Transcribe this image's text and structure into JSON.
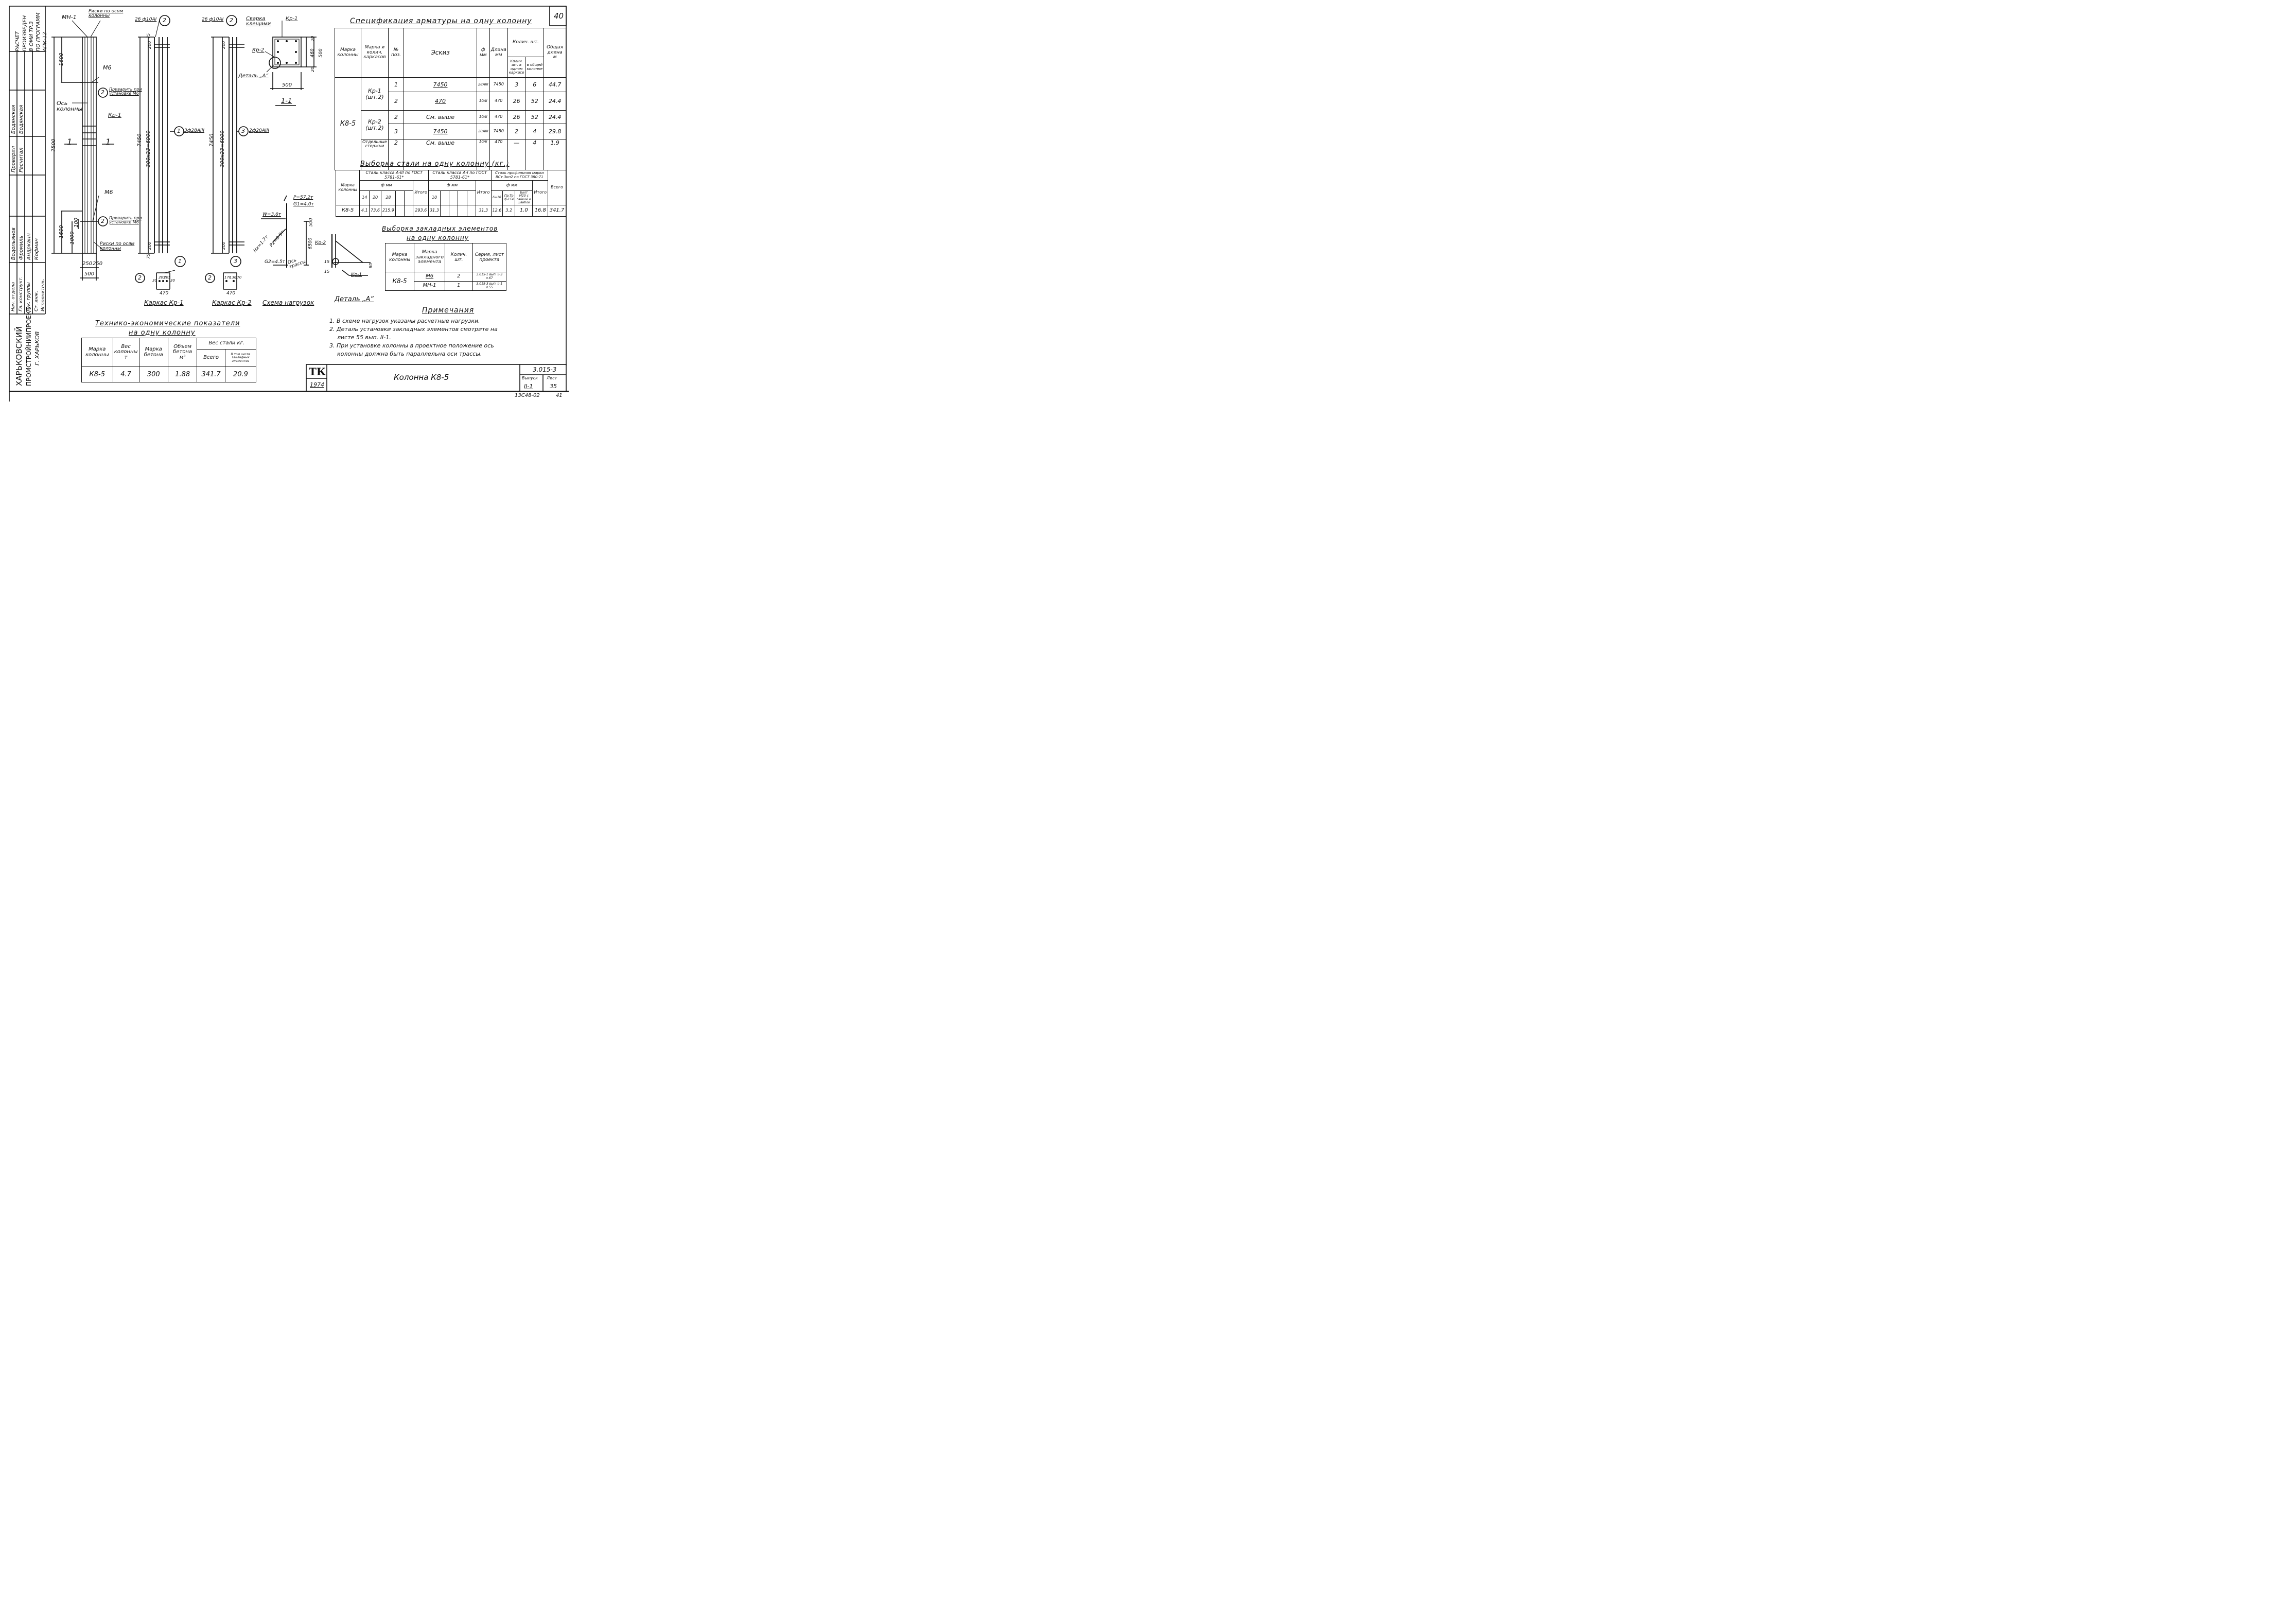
{
  "sheet_no": "40",
  "stamp": {
    "org_line1": "ХАРЬКОВСКИЙ",
    "org_line2": "ПРОМСТРОЙНИИПРОЕКТ",
    "city": "Г. ХАРЬКОВ",
    "calc_note": [
      "РАСЧЕТ",
      "ПРОИЗВЕДЕН",
      "В ОМИ ТР.3",
      "ПО ПРОГРАММ",
      "АПК-12"
    ],
    "rows": [
      {
        "role": "Нач. отдела",
        "name": "Водопьянов"
      },
      {
        "role": "Гл. конструкт.",
        "name": "Фромиль"
      },
      {
        "role": "Рук. группы",
        "name": "Андрканн"
      },
      {
        "role": "Ст. инж.",
        "name": "Кофман"
      },
      {
        "role": "Исполнитель",
        "name": ""
      }
    ],
    "checked_label": "Проверил",
    "checked_name": "Расчитал",
    "signers": [
      "Бодянская",
      "Бодянская"
    ]
  },
  "drawing": {
    "mn1": "МН-1",
    "axis_marks": "Риски по осям колонны",
    "m6_top": "М6",
    "m6_bottom": "М6",
    "weld_note": "Приварить при установке М6",
    "column_axis": "Ось колонны",
    "kr1_label": "Кр-1",
    "section_mark": "1",
    "dim_7500": "7500",
    "dim_1600_top": "1600",
    "dim_1600_bot": "1600",
    "dim_1000": "1000",
    "dim_100": "100",
    "dim_250a": "250",
    "dim_250b": "250",
    "dim_500": "500",
    "cage1_top": "26 ф10АI",
    "cage1_bar": "3ф28АIII",
    "cage2_top": "26 ф10АI",
    "cage2_bar": "2ф20АIII",
    "dim_7450": "7450",
    "dim_300x23": "300x23=6900",
    "dim_200": "200",
    "dim_75": "75",
    "dim_470": "470",
    "dims_cage1": [
      "30",
      "205",
      "205",
      "30"
    ],
    "dims_cage2": [
      "170",
      "130",
      "170"
    ],
    "caption_kr1": "Каркас Кр-1",
    "caption_kr2": "Каркас Кр-2",
    "caption_loads": "Схема нагрузок",
    "caption_detail": "Деталь „А“",
    "section_title": "1-1",
    "weld_clamps": "Сварка клещами",
    "kr2_label": "Кр-2",
    "detail_a": "Деталь „А“",
    "sec_dims": [
      "20",
      "460",
      "20",
      "500",
      "500"
    ],
    "loads": {
      "P": "P=57.2т",
      "G1": "G1=4.0т",
      "W": "W=3.6т",
      "Hx": "Hх=1.7т",
      "Px": "Pх=0.9т",
      "G2": "G2=4.5т",
      "axis": "Ось трассы",
      "h500": "500",
      "h6500": "6500"
    },
    "detail_dims": [
      "80",
      "15",
      "15"
    ],
    "detail_kr2": "Кр-2",
    "detail_kr1": "Кр-1",
    "circles": [
      "1",
      "2",
      "3"
    ]
  },
  "spec": {
    "title": "Спецификация арматуры на одну колонну",
    "headers": [
      "Марка колонны",
      "Марка и колич. каркасов",
      "№ поз.",
      "Эскиз",
      "ф мм",
      "Длина мм",
      "Колич. шт. в одном каркасе",
      "в общей колонне",
      "Общая длина м"
    ],
    "col_group": "Колич. шт.",
    "mark": "К8-5",
    "rows": [
      {
        "cage": "Кр-1",
        "cage_n": "(шт.2)",
        "pos": "1",
        "sketch": "7450",
        "d": "28АIII",
        "len": "7450",
        "n1": "3",
        "n2": "6",
        "total": "44.7"
      },
      {
        "cage": "",
        "cage_n": "",
        "pos": "2",
        "sketch": "470",
        "d": "10АI",
        "len": "470",
        "n1": "26",
        "n2": "52",
        "total": "24.4"
      },
      {
        "cage": "Кр-2",
        "cage_n": "(шт.2)",
        "pos": "2",
        "sketch": "См. выше",
        "d": "10АI",
        "len": "470",
        "n1": "26",
        "n2": "52",
        "total": "24.4"
      },
      {
        "cage": "",
        "cage_n": "",
        "pos": "3",
        "sketch": "7450",
        "d": "20АIII",
        "len": "7450",
        "n1": "2",
        "n2": "4",
        "total": "29.8"
      },
      {
        "cage": "Отдельные стержни",
        "cage_n": "",
        "pos": "2",
        "sketch": "См. выше",
        "d": "10АI",
        "len": "470",
        "n1": "—",
        "n2": "4",
        "total": "1.9"
      }
    ]
  },
  "steel": {
    "title": "Выборка стали на одну колонну (кг.)",
    "mark_header": "Марка колонны",
    "g1": "Сталь класса А-III по ГОСТ 5781-61*",
    "g2": "Сталь класса А-I по ГОСТ 5781-61*",
    "g3": "Сталь профильная марки ВСт.3кп2 по ГОСТ 380-71",
    "dmm": "ф мм",
    "d1": [
      "14",
      "20",
      "28",
      "",
      ""
    ],
    "total": "Итого",
    "d2": [
      "10",
      "",
      "",
      "",
      ""
    ],
    "d3": [
      "δ=10",
      "Пр.Тр ф-114",
      "Болт М20 с гайкой и шайбой"
    ],
    "all": "Всего",
    "row": {
      "mark": "К8-5",
      "a3": [
        "4.1",
        "73.6",
        "215.9",
        "",
        ""
      ],
      "a3_total": "293.6",
      "a1": [
        "31.3",
        "",
        "",
        "",
        ""
      ],
      "a1_total": "31.3",
      "p": [
        "12.6",
        "3.2",
        "1.0"
      ],
      "p_total": "16.8",
      "all": "341.7"
    }
  },
  "embed": {
    "title1": "Выборка закладных элементов",
    "title2": "на одну колонну",
    "headers": [
      "Марка колонны",
      "Марка закладного элемента",
      "Колич. шт.",
      "Серия, лист проекта"
    ],
    "mark": "К8-5",
    "rows": [
      {
        "el": "М6",
        "n": "2",
        "ref": "3.015-1 вып. II-3 л.67"
      },
      {
        "el": "МН-1",
        "n": "1",
        "ref": "3.015-3 вып. II-1 л.55"
      }
    ]
  },
  "notes": {
    "title": "Примечания",
    "items": [
      "1. В схеме нагрузок указаны расчетные нагрузки.",
      "2. Деталь установки закладных элементов смотрите на",
      "листе 55 вып. II-1.",
      "3. При установке колонны в проектное положение ось",
      "колонны должна быть параллельна оси трассы."
    ]
  },
  "tech": {
    "title1": "Технико-экономические показатели",
    "title2": "на одну колонну",
    "headers": [
      "Марка колонны",
      "Вес колонны т",
      "Марка бетона",
      "Объем бетона м³",
      "Вес стали кг.",
      "Всего",
      "В том числе закладных элементов"
    ],
    "row": [
      "К8-5",
      "4.7",
      "300",
      "1.88",
      "341.7",
      "20.9"
    ]
  },
  "title_block": {
    "logo": "ТК",
    "year": "1974",
    "name": "Колонна К8-5",
    "series": "3.015-3",
    "issue_label": "Выпуск",
    "issue": "II-1",
    "sheet_label": "Лист",
    "sheet": "35",
    "archive": "13С48-02",
    "archive2": "41"
  }
}
